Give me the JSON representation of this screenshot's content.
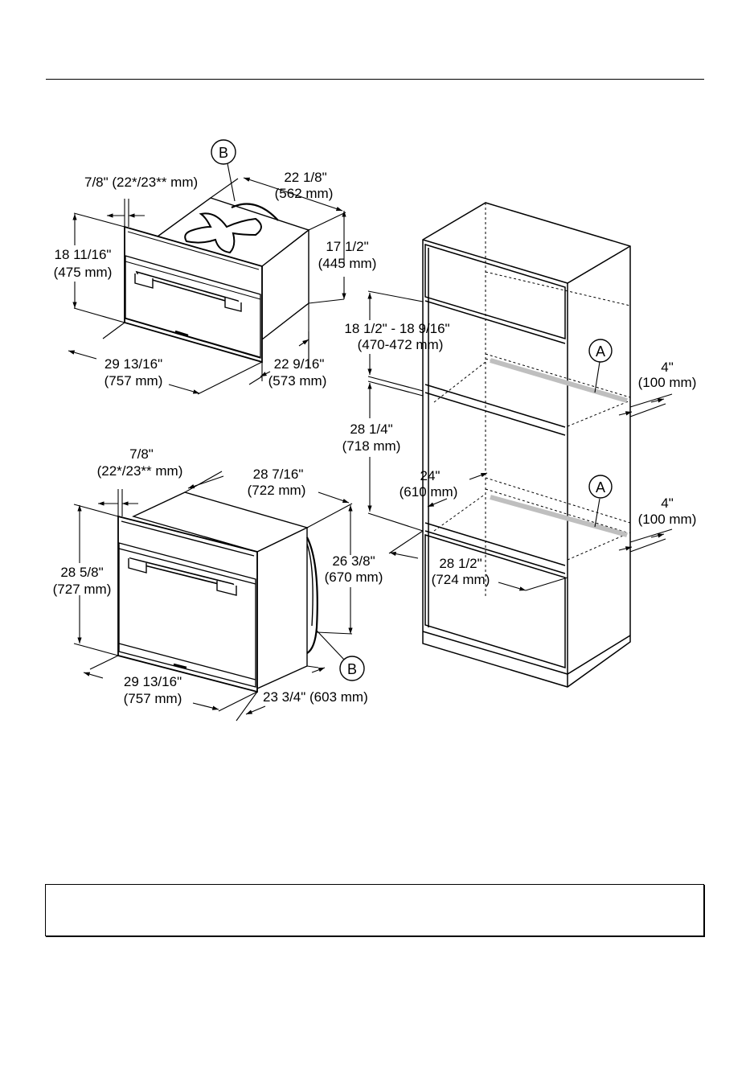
{
  "dimensions": {
    "compact_panel_depth": "7/8\" (22*/23** mm)",
    "compact_width_in": "22 1/8\"",
    "compact_width_mm": "(562 mm)",
    "compact_height_in": "18 11/16\"",
    "compact_height_mm": "(475 mm)",
    "compact_body_height_in": "17 1/2\"",
    "compact_body_height_mm": "(445 mm)",
    "compact_front_width_in": "29 13/16\"",
    "compact_front_width_mm": "(757 mm)",
    "compact_depth_in": "22 9/16\"",
    "compact_depth_mm": "(573 mm)",
    "cab_niche_compact_in": "18 1/2\" - 18 9/16\"",
    "cab_niche_compact_mm": "(470-472 mm)",
    "cab_gap_top_in": "4\"",
    "cab_gap_top_mm": "(100 mm)",
    "cab_niche_oven_in": "28 1/4\"",
    "cab_niche_oven_mm": "(718 mm)",
    "cab_depth_in": "24\"",
    "cab_depth_mm": "(610 mm)",
    "cab_gap_bottom_in": "4\"",
    "cab_gap_bottom_mm": "(100 mm)",
    "cab_width_in": "28 1/2\"",
    "cab_width_mm": "(724 mm)",
    "oven_panel_depth_in": "7/8\"",
    "oven_panel_depth_mm": "(22*/23** mm)",
    "oven_width_in": "28 7/16\"",
    "oven_width_mm": "(722 mm)",
    "oven_height_in": "28 5/8\"",
    "oven_height_mm": "(727 mm)",
    "oven_body_height_in": "26 3/8\"",
    "oven_body_height_mm": "(670 mm)",
    "oven_front_width_in": "29 13/16\"",
    "oven_front_width_mm": "(757 mm)",
    "oven_depth": "23 3/4\" (603 mm)"
  },
  "callouts": {
    "b_top": "B",
    "a_top": "A",
    "a_bottom": "A",
    "b_bottom": "B"
  },
  "note": ""
}
